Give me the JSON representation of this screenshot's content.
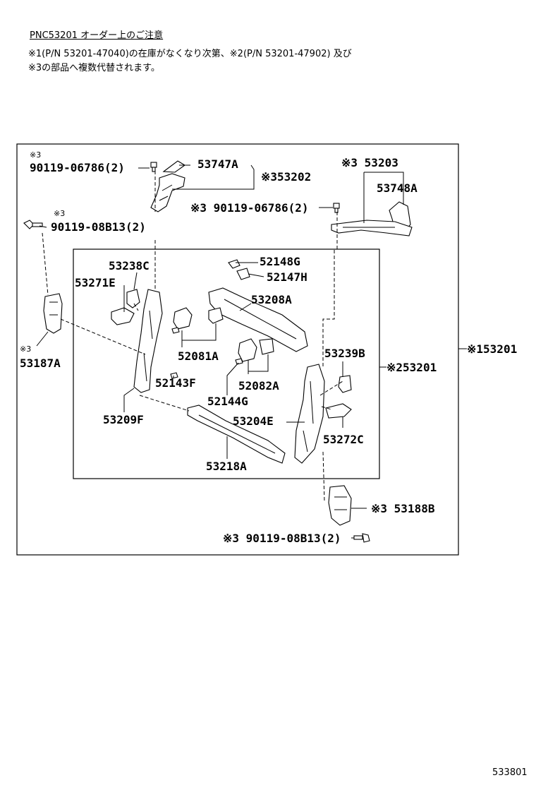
{
  "notes": {
    "title": "PNC53201 オーダー上のご注意",
    "line1": "※1(P/N 53201-47040)の在庫がなくなり次第、※2(P/N 53201-47902) 及び",
    "line2": "※3の部品へ複数代替されます。"
  },
  "mark3": "※3",
  "labels": {
    "p90119_06786_top": "90119-06786(2)",
    "p53747A": "53747A",
    "p53202": "※353202",
    "p53203": "※3 53203",
    "p53748A": "53748A",
    "p90119_06786_right": "※3 90119-06786(2)",
    "p90119_08B13_top": "90119-08B13(2)",
    "p53238C": "53238C",
    "p53271E": "53271E",
    "p52148G": "52148G",
    "p52147H": "52147H",
    "p53208A": "53208A",
    "p53187A": "53187A",
    "p52081A": "52081A",
    "p52143F": "52143F",
    "p53239B": "53239B",
    "p52082A": "52082A",
    "p52144G": "52144G",
    "p53209F": "53209F",
    "p53204E": "53204E",
    "p53272C": "53272C",
    "p53218A": "53218A",
    "p53188B": "※3 53188B",
    "p90119_08B13_bottom": "※3 90119-08B13(2)",
    "p53201_outer": "※153201",
    "p53201_inner": "※253201"
  },
  "diagram_ref": "533801"
}
